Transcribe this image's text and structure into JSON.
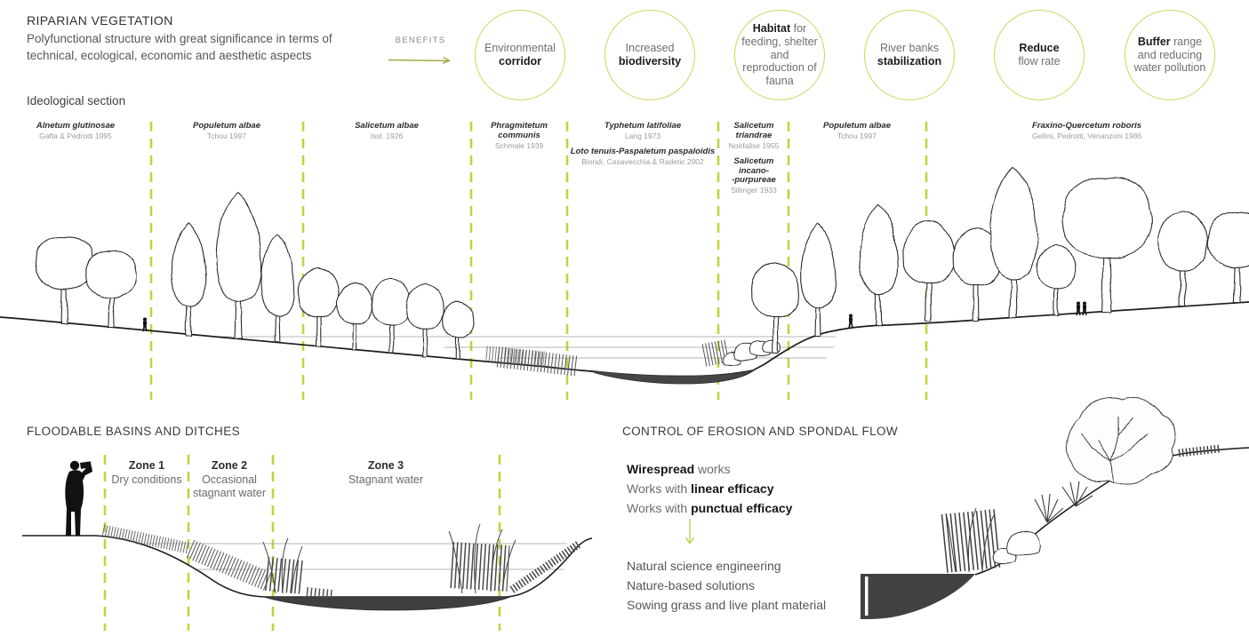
{
  "header": {
    "title": "RIPARIAN VEGETATION",
    "subtitle": "Polyfunctional structure with great significance in terms of technical, ecological, economic and aesthetic aspects",
    "section_label": "Ideological section"
  },
  "benefits": {
    "label": "BENEFITS",
    "items": [
      {
        "pre": "Environmental\n",
        "bold": "corridor",
        "post": ""
      },
      {
        "pre": "Increased\n",
        "bold": "biodiversity",
        "post": ""
      },
      {
        "pre": "",
        "bold": "Habitat",
        "post": " for feeding, shelter and reproduction of fauna"
      },
      {
        "pre": "River banks\n",
        "bold": "stabilization",
        "post": ""
      },
      {
        "pre": "",
        "bold": "Reduce",
        "post": "\nflow rate"
      },
      {
        "pre": "",
        "bold": "Buffer",
        "post": " range and reducing water pollution"
      }
    ]
  },
  "vegetation_zones": [
    {
      "entries": [
        {
          "name": "Alnetum glutinosae",
          "citation": "Gafta & Pedrotti 1995"
        }
      ]
    },
    {
      "entries": [
        {
          "name": "Populetum albae",
          "citation": "Tchou 1997"
        }
      ]
    },
    {
      "entries": [
        {
          "name": "Salicetum albae",
          "citation": "Issl. 1926"
        }
      ]
    },
    {
      "entries": [
        {
          "name": "Phragmitetum\ncommunis",
          "citation": "Schmale 1939"
        }
      ]
    },
    {
      "entries": [
        {
          "name": "Typhetum latifoliae",
          "citation": "Lang 1973"
        },
        {
          "name": "Loto tenuis-Paspaletum paspaloidis",
          "citation": "Biondi, Casavecchia & Radetic 2002"
        }
      ]
    },
    {
      "entries": [
        {
          "name": "Salicetum\ntriandrae",
          "citation": "Noirfalise 1955"
        },
        {
          "name": "Salicetum\nincano-\n-purpureae",
          "citation": "Sillinger 1933"
        }
      ]
    },
    {
      "entries": [
        {
          "name": "Populetum albae",
          "citation": "Tchou 1997"
        }
      ]
    },
    {
      "entries": [
        {
          "name": "Fraxino-Quercetum roboris",
          "citation": "Gellini, Pedrotti, Venanzoni 1986"
        }
      ]
    }
  ],
  "floodable": {
    "heading": "FLOODABLE BASINS AND DITCHES",
    "zones": [
      {
        "title": "Zone 1",
        "desc": "Dry conditions"
      },
      {
        "title": "Zone 2",
        "desc": "Occasional stagnant water"
      },
      {
        "title": "Zone 3",
        "desc": "Stagnant water"
      }
    ]
  },
  "erosion": {
    "heading": "CONTROL OF EROSION AND SPONDAL FLOW",
    "works": [
      {
        "pre": "",
        "bold": "Wirespread",
        "post": " works"
      },
      {
        "pre": "Works with ",
        "bold": "linear efficacy",
        "post": ""
      },
      {
        "pre": "Works with ",
        "bold": "punctual efficacy",
        "post": ""
      }
    ],
    "solutions": [
      "Natural science engineering",
      "Nature-based solutions",
      "Sowing grass and live plant material"
    ]
  },
  "colors": {
    "accent_dash": "#c6d13f",
    "circle_border": "#ccd45c",
    "benefits_arrow": "#a4a94a",
    "down_arrow": "#c3ce58",
    "dark_fill": "#454545",
    "text_dark": "#1c1c1c",
    "text_gray": "#6b6b6b",
    "citation_gray": "#9b9b9b"
  }
}
